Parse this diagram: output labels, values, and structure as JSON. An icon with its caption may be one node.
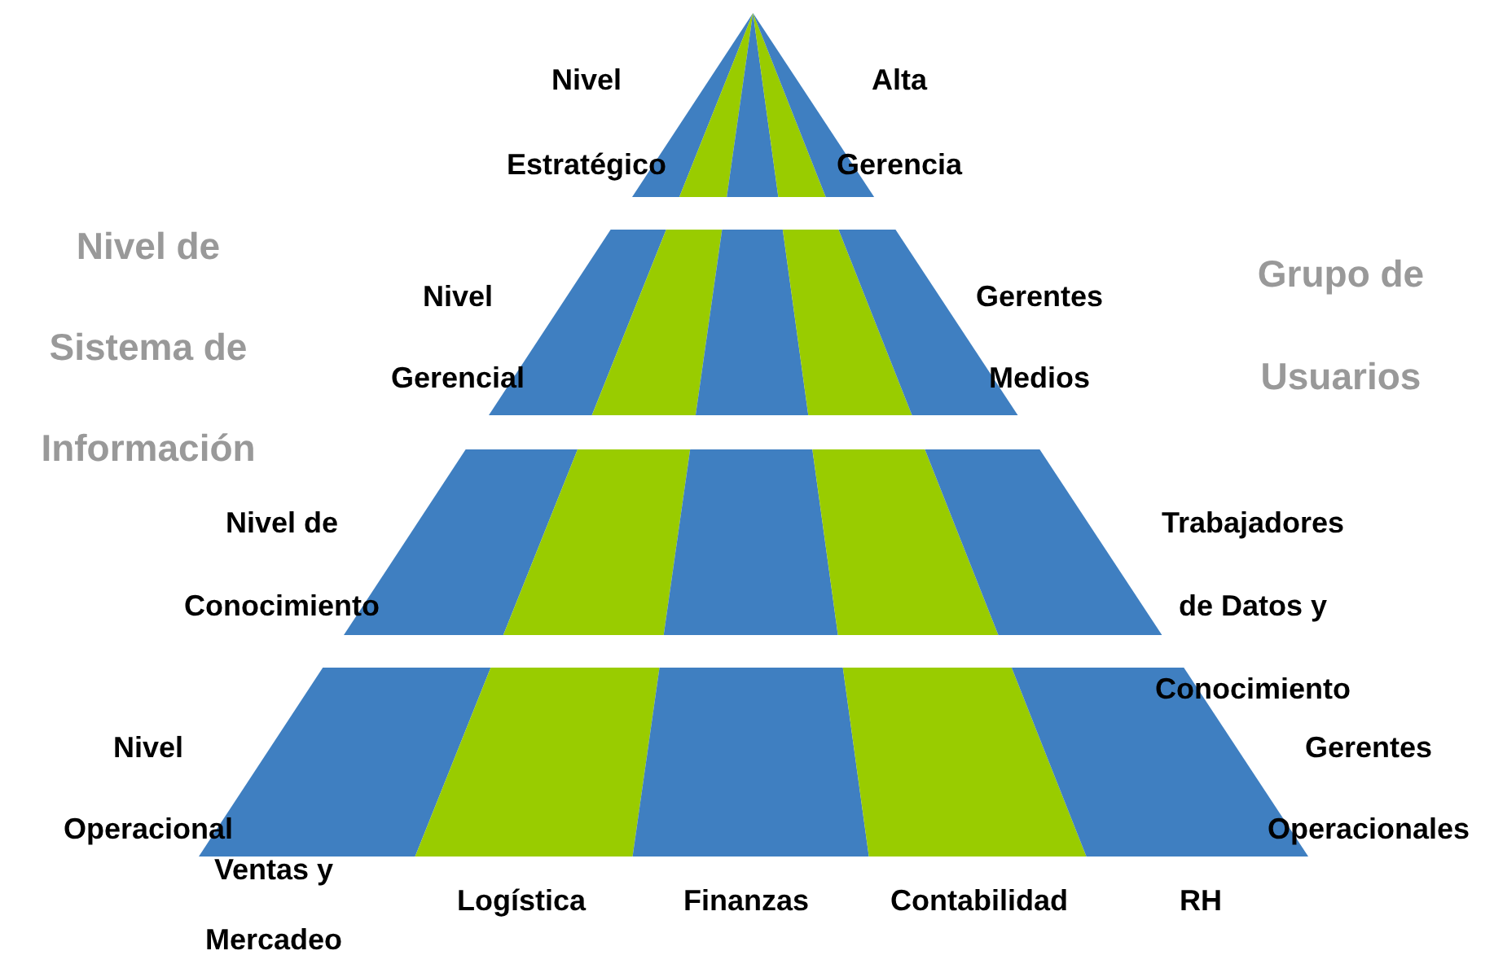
{
  "diagram": {
    "nodes": [
      {
        "text": [],
        "shape": "trapezoid",
        "beside": [
          "Nivel Estratégico",
          "Alta Gerencia"
        ]
      },
      {
        "text": [],
        "shape": "trapezoid",
        "beside": [
          "Nivel Gerencial",
          "Gerentes Medios"
        ]
      },
      {
        "text": [],
        "shape": "trapezoid",
        "beside": [
          "Nivel de Conocimiento",
          "Trabajadores de Datos y Conocimiento"
        ]
      },
      {
        "text": [],
        "shape": "trapezoid",
        "beside": [
          "Nivel Operacional",
          "Gerentes Operacionales"
        ]
      }
    ],
    "labels": [
      "Nivel de Sistema de Información",
      "Grupo de Usuarios",
      "Ventas y Mercadeo",
      "Logística",
      "Finanzas",
      "Contabilidad",
      "RH"
    ]
  }
}
